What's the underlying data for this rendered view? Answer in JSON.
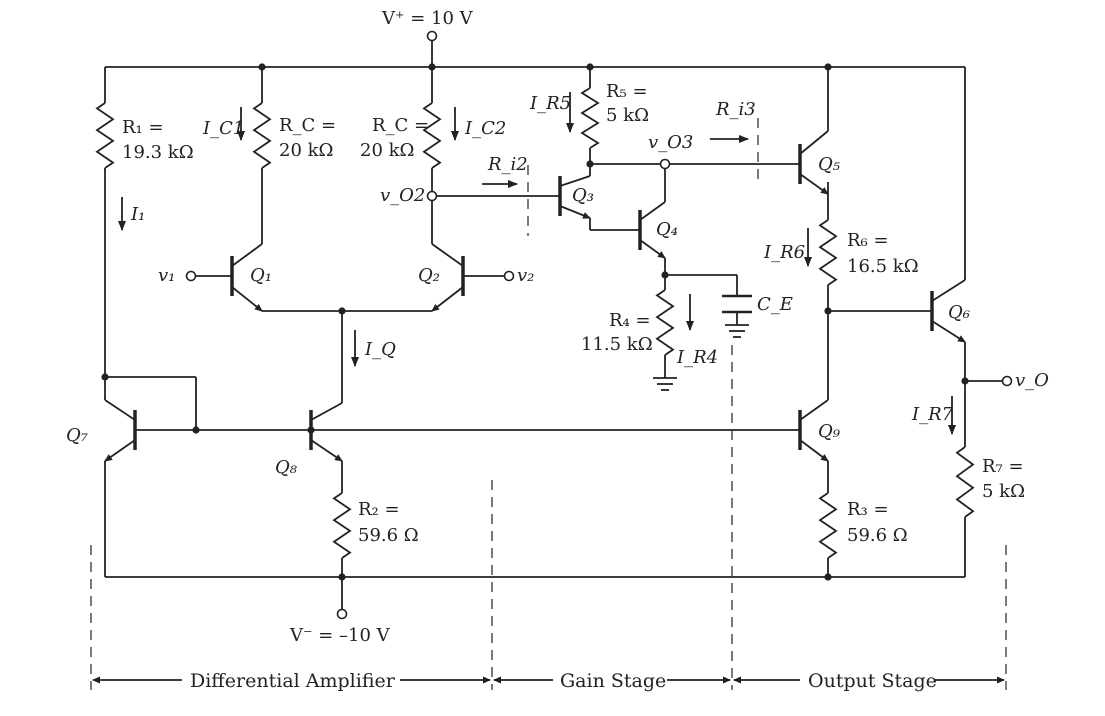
{
  "supply": {
    "vplus": "V⁺ = 10 V",
    "vminus": "V⁻ = –10 V"
  },
  "resistors": {
    "r1": [
      "R₁ =",
      "19.3 kΩ"
    ],
    "rc1": [
      "R_C =",
      "20 kΩ"
    ],
    "rc2": [
      "R_C =",
      "20 kΩ"
    ],
    "r5": [
      "R₅ =",
      "5 kΩ"
    ],
    "r4": [
      "R₄ =",
      "11.5 kΩ"
    ],
    "r6": [
      "R₆ =",
      "16.5 kΩ"
    ],
    "r2": [
      "R₂ =",
      "59.6 Ω"
    ],
    "r3": [
      "R₃ =",
      "59.6 Ω"
    ],
    "r7": [
      "R₇ =",
      "5 kΩ"
    ]
  },
  "capacitor": "C_E",
  "transistors": [
    "Q₁",
    "Q₂",
    "Q₃",
    "Q₄",
    "Q₅",
    "Q₆",
    "Q₇",
    "Q₈",
    "Q₉"
  ],
  "currents": [
    "I_C1",
    "I_C2",
    "I_R5",
    "I₁",
    "I_Q",
    "I_R4",
    "I_R6",
    "I_R7"
  ],
  "nodes": [
    "v₁",
    "v₂",
    "v_O2",
    "v_O3",
    "v_O"
  ],
  "input_resistances": [
    "R_i2",
    "R_i3"
  ],
  "sections": [
    "Differential Amplifier",
    "Gain Stage",
    "Output Stage"
  ]
}
